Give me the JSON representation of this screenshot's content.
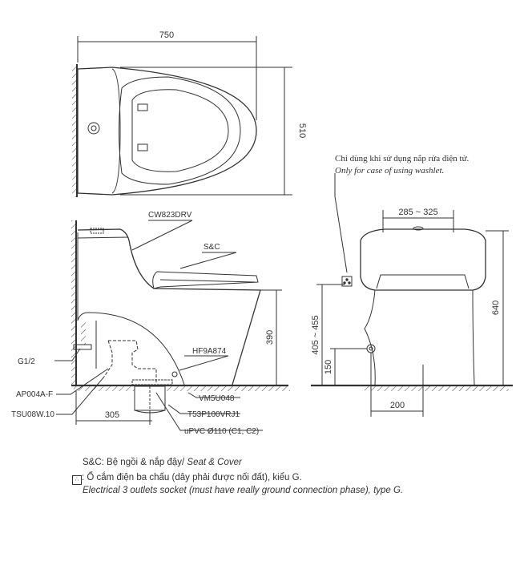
{
  "top_view": {
    "width_dim": "750",
    "depth_dim": "510"
  },
  "side_view": {
    "labels": {
      "bowl": "CW823DRV",
      "seat": "S&C",
      "g12": "G1/2",
      "ap": "AP004A-F",
      "tsu": "TSU08W.10",
      "hf": "HF9A874",
      "vm": "VM5U048",
      "t53": "T53P100VRJ1",
      "upvc": "uPVC Ø110 (C1, C2)"
    },
    "dims": {
      "seat_height": "390",
      "rough_in": "305"
    }
  },
  "front_view": {
    "note_vi": "Chỉ dùng khi sử dụng nắp rửa điện tử.",
    "note_en": "Only for case of using washlet.",
    "dims": {
      "width": "285 ~ 325",
      "height": "640",
      "socket_height": "405 ~ 455",
      "inlet_height": "150",
      "inlet_offset": "200"
    }
  },
  "legend": {
    "sc_prefix": "S&C: Bệ ngồi & nắp đậy/ ",
    "sc_en": "Seat & Cover",
    "socket_vi": ": Ổ cắm điện ba chấu (dây phải được nối đất), kiểu G.",
    "socket_en": "Electrical 3 outlets socket (must have really ground connection phase), type G."
  }
}
